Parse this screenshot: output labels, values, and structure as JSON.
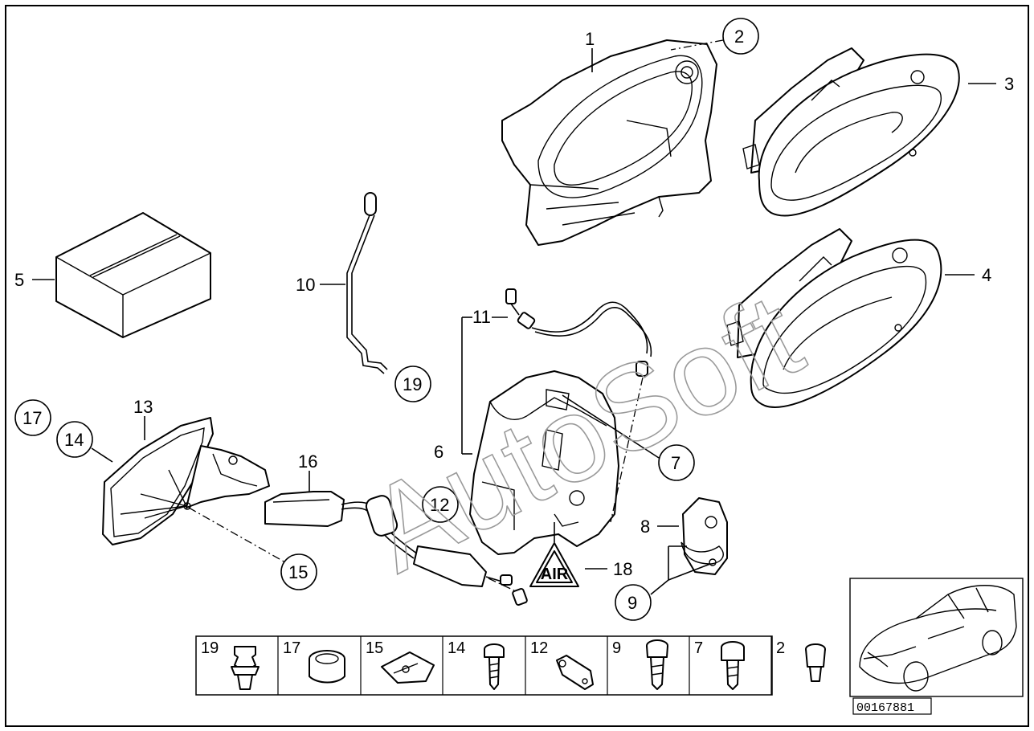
{
  "watermark": "AutoSoft",
  "callouts": {
    "c1": "1",
    "c2": "2",
    "c3": "3",
    "c4": "4",
    "c5": "5",
    "c6": "6",
    "c7": "7",
    "c8": "8",
    "c9": "9",
    "c10": "10",
    "c11": "11",
    "c12": "12",
    "c13": "13",
    "c14": "14",
    "c15": "15",
    "c16": "16",
    "c17": "17",
    "c18": "18",
    "c19": "19"
  },
  "hardware_strip": [
    "19",
    "17",
    "15",
    "14",
    "12",
    "9",
    "7",
    "2"
  ],
  "reference_number": "00167881",
  "warning_label_text": "AIR"
}
